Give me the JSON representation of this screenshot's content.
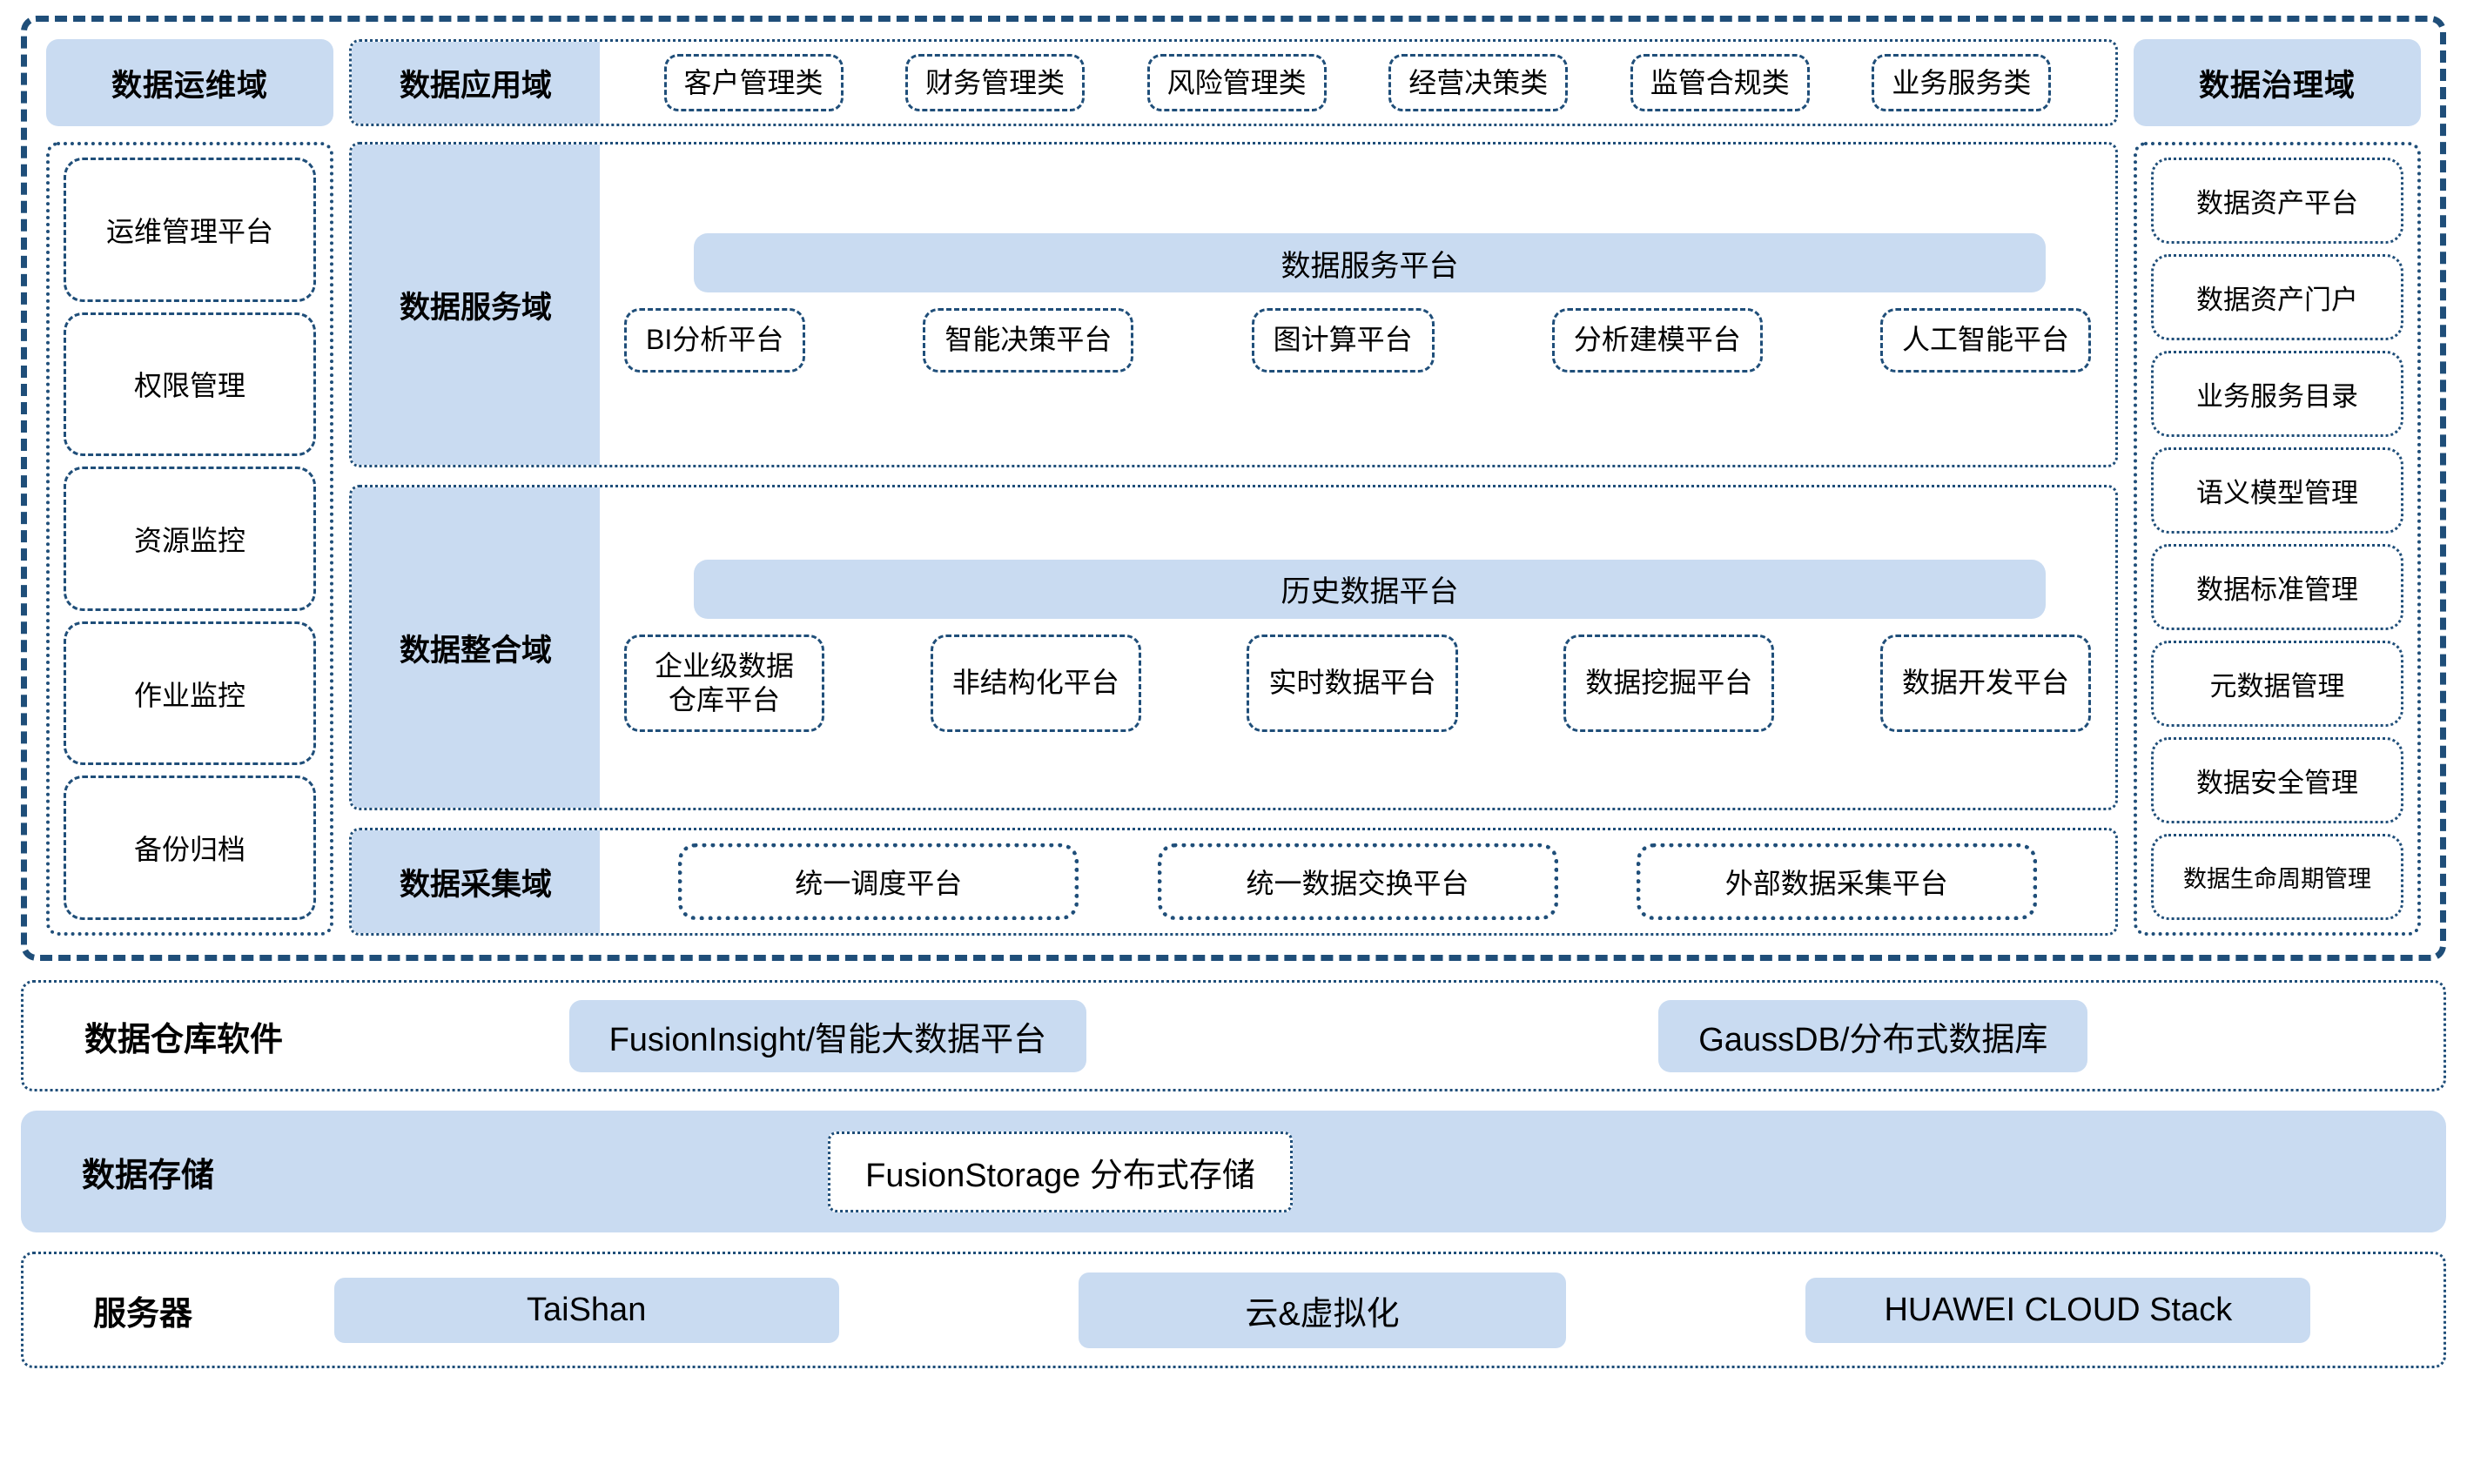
{
  "colors": {
    "accent_border": "#1f4e79",
    "fill_light_blue": "#c9dbf1",
    "background": "#ffffff"
  },
  "top_strip": {
    "ops_domain_label": "数据运维域",
    "app_domain_label": "数据应用域",
    "governance_domain_label": "数据治理域",
    "app_categories": [
      "客户管理类",
      "财务管理类",
      "风险管理类",
      "经营决策类",
      "监管合规类",
      "业务服务类"
    ]
  },
  "ops_column": {
    "items": [
      "运维管理平台",
      "权限管理",
      "资源监控",
      "作业监控",
      "备份归档"
    ]
  },
  "governance_column": {
    "items": [
      "数据资产平台",
      "数据资产门户",
      "业务服务目录",
      "语义模型管理",
      "数据标准管理",
      "元数据管理",
      "数据安全管理",
      "数据生命周期管理"
    ]
  },
  "service_domain": {
    "label": "数据服务域",
    "platform_bar": "数据服务平台",
    "platforms": [
      "BI分析平台",
      "智能决策平台",
      "图计算平台",
      "分析建模平台",
      "人工智能平台"
    ]
  },
  "integration_domain": {
    "label": "数据整合域",
    "platform_bar": "历史数据平台",
    "platforms": [
      "企业级数据仓库平台",
      "非结构化平台",
      "实时数据平台",
      "数据挖掘平台",
      "数据开发平台"
    ]
  },
  "collection_domain": {
    "label": "数据采集域",
    "platforms": [
      "统一调度平台",
      "统一数据交换平台",
      "外部数据采集平台"
    ]
  },
  "warehouse_software_layer": {
    "title": "数据仓库软件",
    "items": [
      "FusionInsight/智能大数据平台",
      "GaussDB/分布式数据库"
    ]
  },
  "storage_layer": {
    "title": "数据存储",
    "items": [
      "FusionStorage 分布式存储"
    ]
  },
  "server_layer": {
    "title": "服务器",
    "items": [
      "TaiShan",
      "云&虚拟化",
      "HUAWEI CLOUD Stack"
    ]
  }
}
